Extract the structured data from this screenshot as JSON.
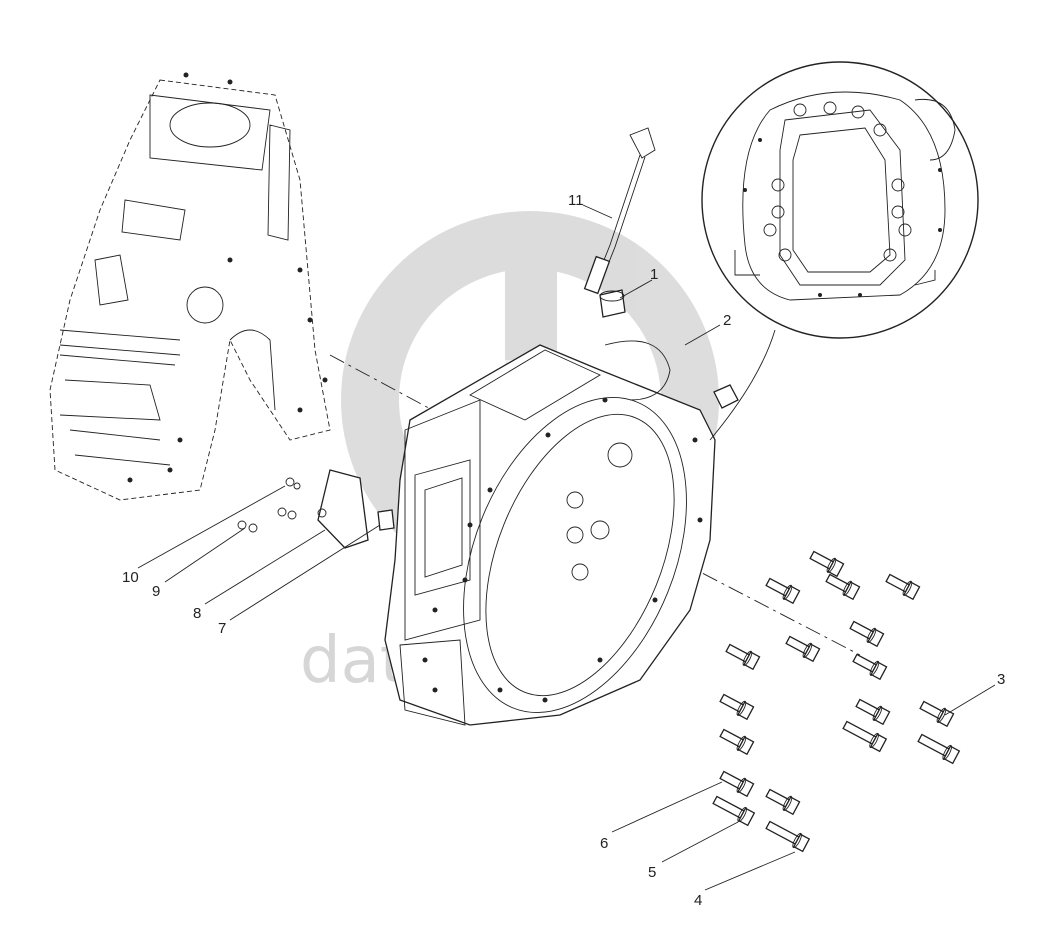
{
  "watermark": {
    "text": "data-parts",
    "color": "#d6d6d6"
  },
  "callouts": [
    {
      "id": "1",
      "label": "1"
    },
    {
      "id": "2",
      "label": "2"
    },
    {
      "id": "3",
      "label": "3"
    },
    {
      "id": "4",
      "label": "4"
    },
    {
      "id": "5",
      "label": "5"
    },
    {
      "id": "6",
      "label": "6"
    },
    {
      "id": "7",
      "label": "7"
    },
    {
      "id": "8",
      "label": "8"
    },
    {
      "id": "9",
      "label": "9"
    },
    {
      "id": "10",
      "label": "10"
    },
    {
      "id": "11",
      "label": "11"
    }
  ],
  "colors": {
    "line": "#222222",
    "background": "#ffffff"
  }
}
